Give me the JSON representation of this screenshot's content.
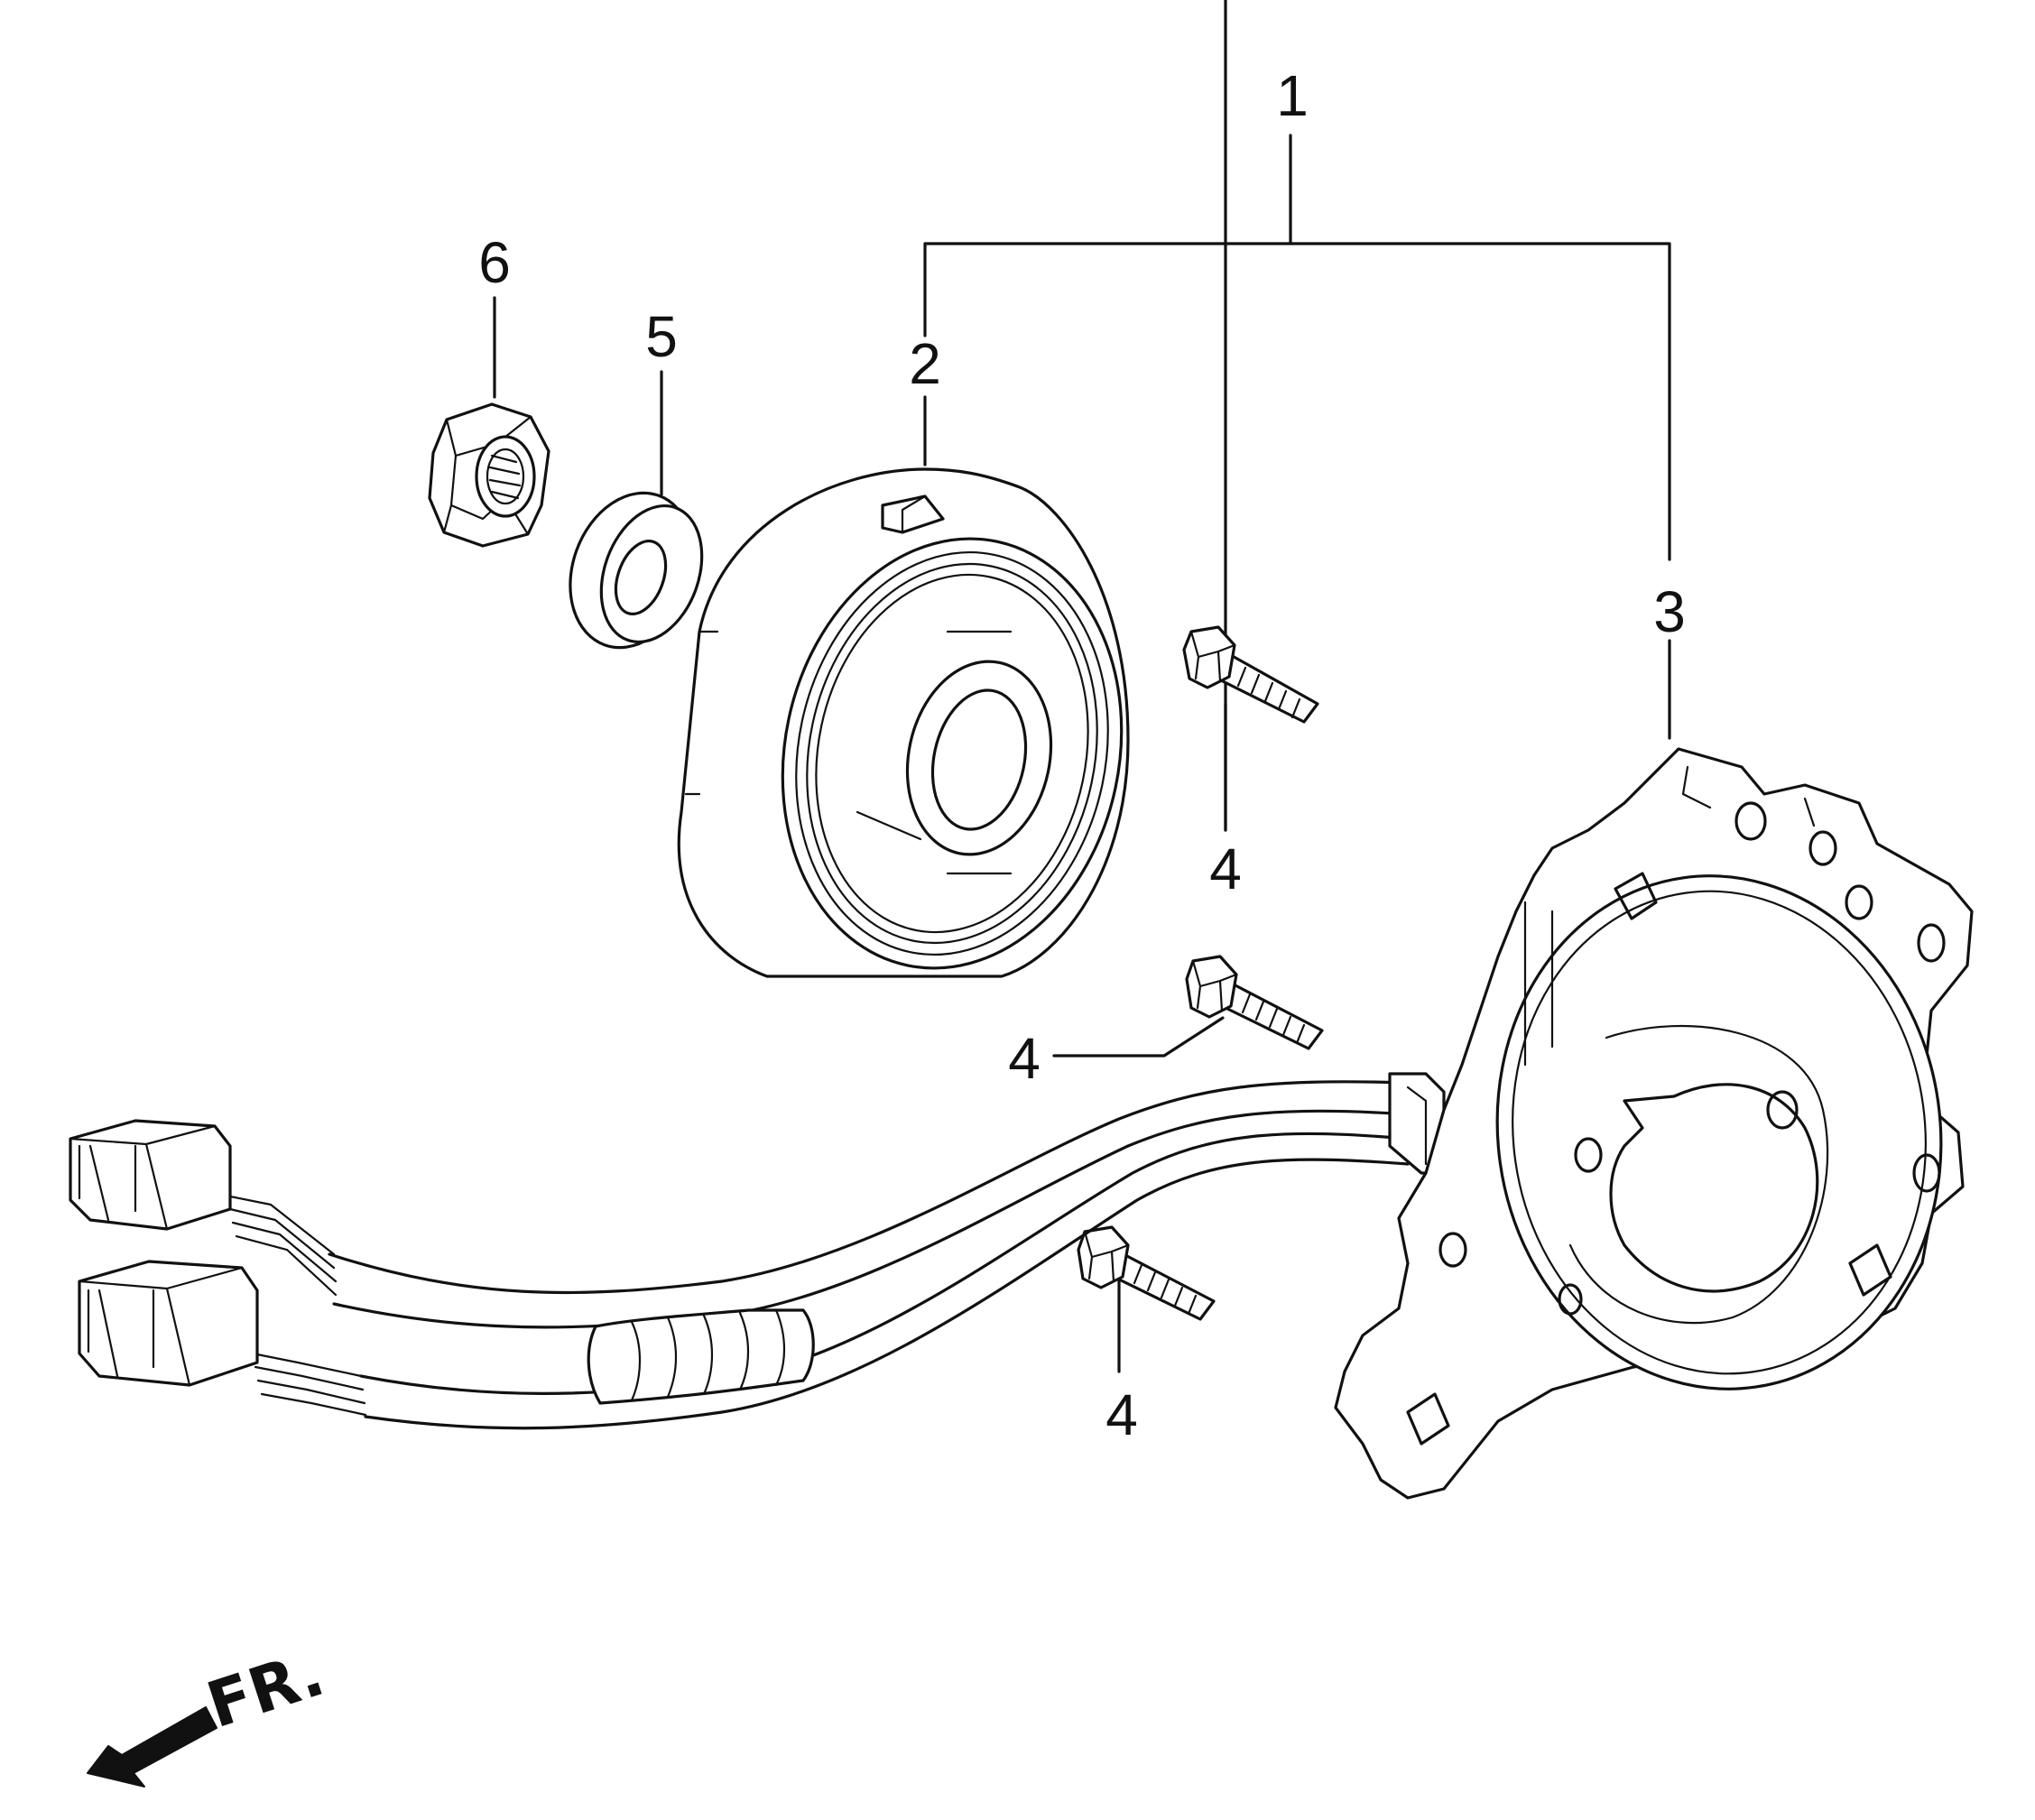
{
  "callouts": {
    "assembly": "1",
    "rotor": "2",
    "stator": "3",
    "bolt_upper": "4",
    "bolt_middle": "4",
    "bolt_lower": "4",
    "washer": "5",
    "nut": "6"
  },
  "direction": {
    "label": "FR.",
    "icon": "front-direction-arrow-icon"
  },
  "colors": {
    "ink": "#111111",
    "paper": "#ffffff"
  }
}
